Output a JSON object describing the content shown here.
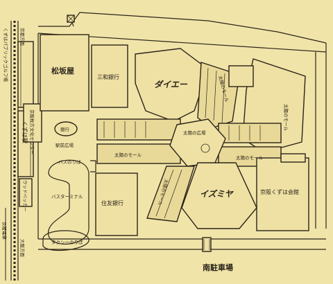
{
  "labels": {
    "matsuzakaya": "松坂屋",
    "daiei": "ダイエー",
    "izumiya": "イズミヤ",
    "sanwa_bank": "三和銀行",
    "kyoto_bank": "住友銀行",
    "kuzuha_hall": "京阪くずは会館",
    "plaza": "太陽の広場",
    "station_front": "駅前広場",
    "bus_terminal": "バスターミナル",
    "taxi_stand": "タクシーのりば",
    "south_parking": "南駐車場",
    "kuzuha_station": "くずは駅",
    "culture_center": "京阪枚方文化センター",
    "bank_small": "銀行",
    "bus_stop": "バスのりば",
    "wood_pecker": "ウッドペッカー",
    "keihan_line": "京阪電車",
    "road_west": "くずはパブリックゴルフ場",
    "osaka_dir": "大阪方面",
    "kyoto_dir": "京都方面",
    "station_line": "京阪電車",
    "mall_north": "太陽のモール",
    "mall_west": "太陽のモール",
    "mall_east": "太陽のモール",
    "mall_right": "太陽のモール",
    "mall_south": "太陽のモール",
    "mall_ne": "太陽のモール"
  }
}
